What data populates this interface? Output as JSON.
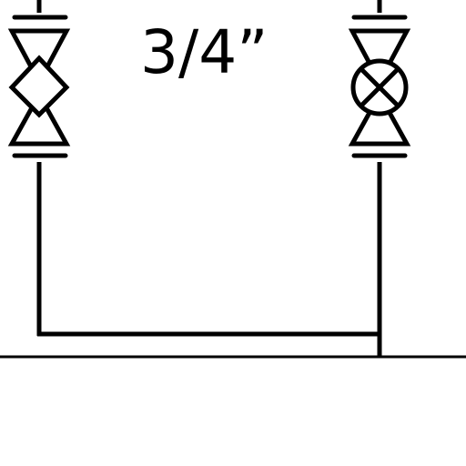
{
  "label": {
    "pipe_size": "3/4”"
  },
  "valves": [
    {
      "symbol": "diamond"
    },
    {
      "symbol": "circle-x"
    }
  ],
  "colors": {
    "line": "#000000",
    "background": "#ffffff"
  }
}
